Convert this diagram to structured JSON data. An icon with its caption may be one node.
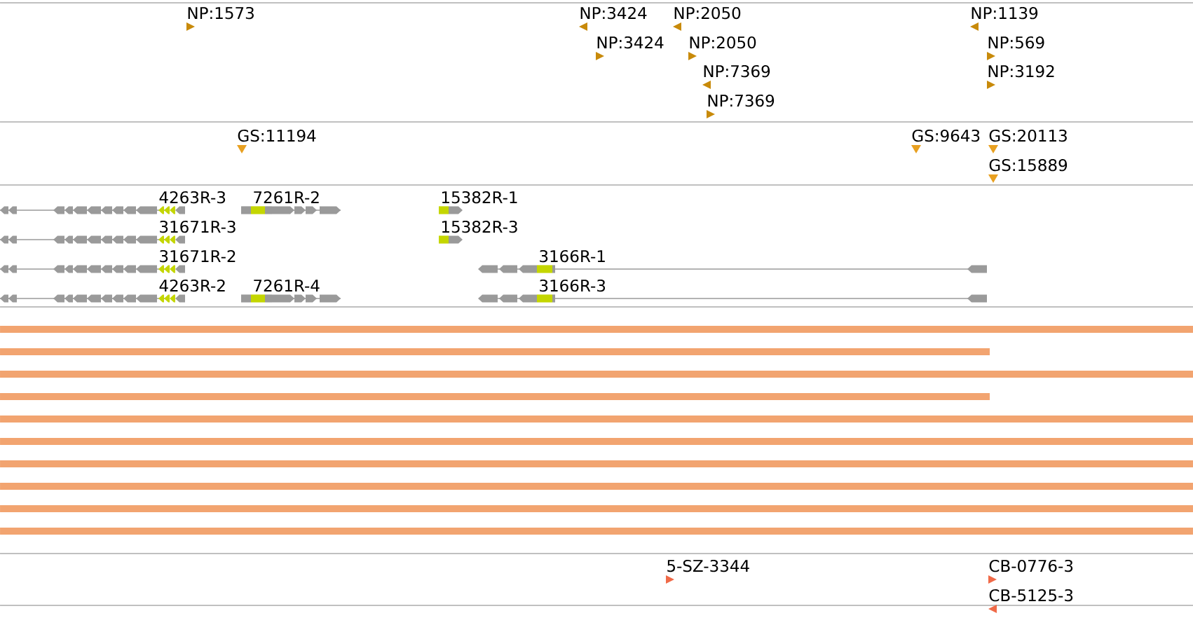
{
  "diagram": {
    "labels": [
      "NP:1573",
      "NP:3424",
      "NP:2050",
      "NP:1139",
      "NP:3424",
      "NP:2050",
      "NP:569",
      "NP:7369",
      "NP:3192",
      "NP:7369",
      "GS:11194",
      "GS:9643",
      "GS:20113",
      "GS:15889",
      "4263R-3",
      "7261R-2",
      "15382R-1",
      "31671R-3",
      "15382R-3",
      "31671R-2",
      "3166R-1",
      "4263R-2",
      "7261R-4",
      "3166R-3",
      "5-SZ-3344",
      "CB-0776-3",
      "CB-5125-3"
    ]
  }
}
